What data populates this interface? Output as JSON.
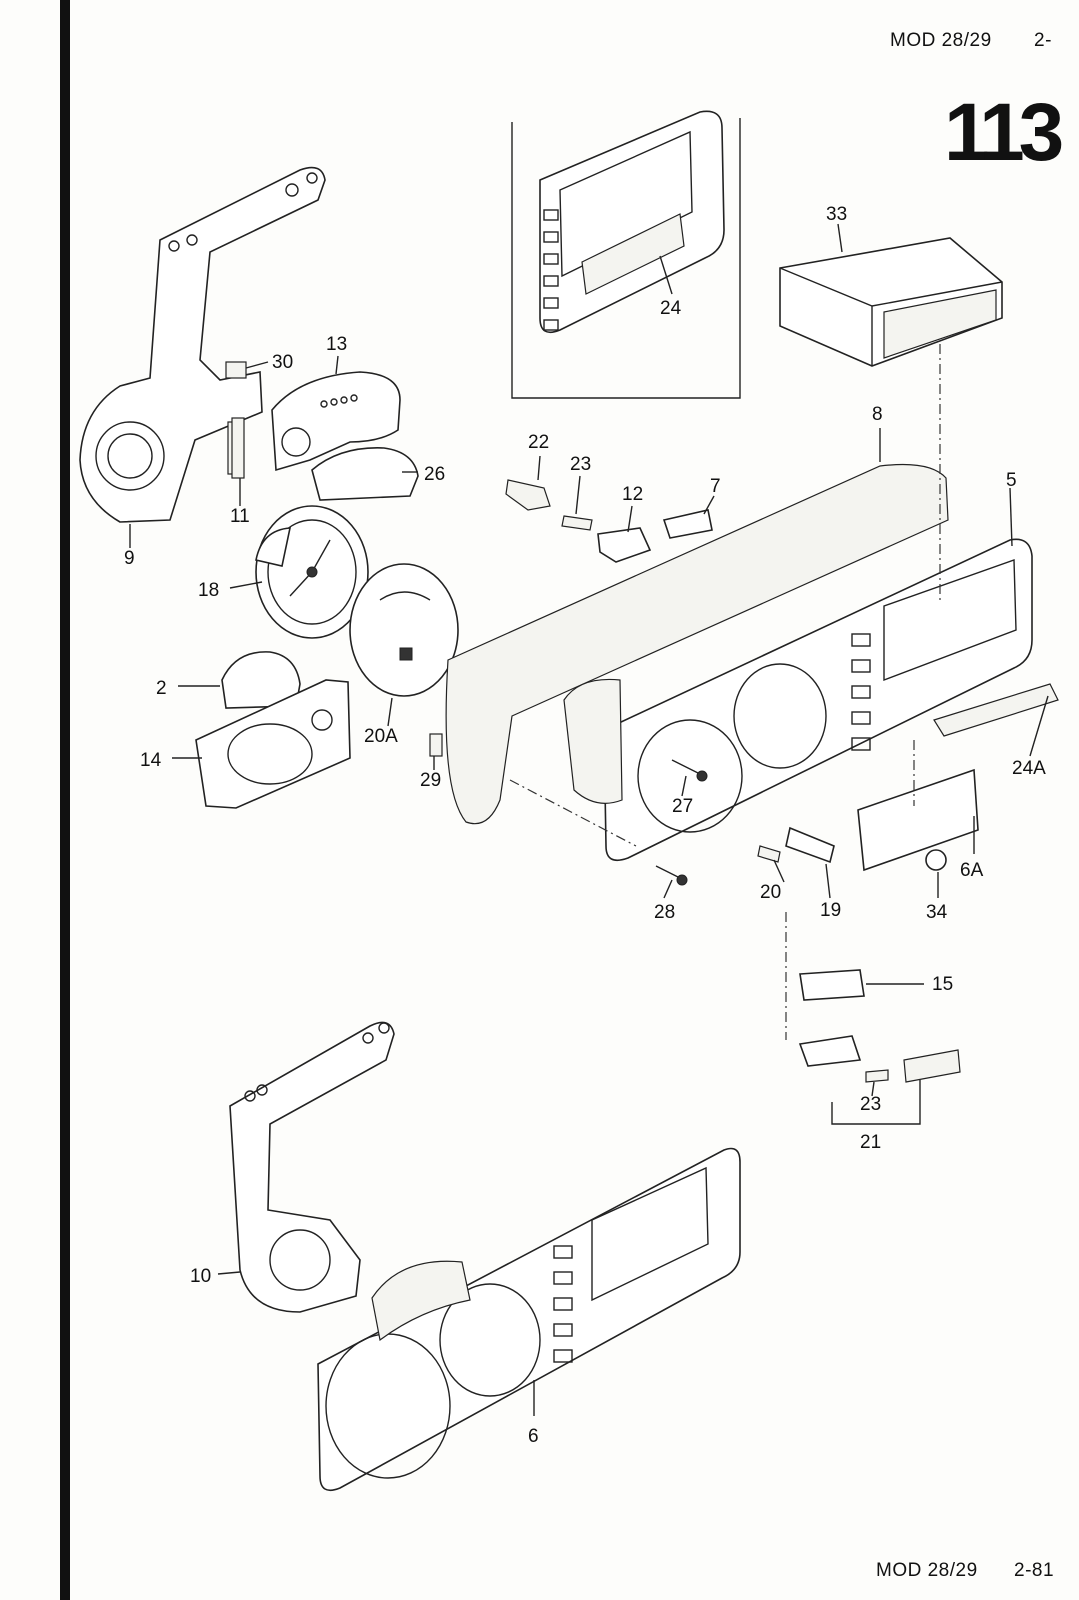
{
  "header": {
    "model_top": "MOD 28/29",
    "page_top": "2-",
    "page_number": "113",
    "model_bottom": "MOD 28/29",
    "page_bottom": "2-81"
  },
  "callouts": {
    "c2": "2",
    "c5": "5",
    "c6": "6",
    "c6A": "6A",
    "c7": "7",
    "c8": "8",
    "c9": "9",
    "c10": "10",
    "c11": "11",
    "c12": "12",
    "c13": "13",
    "c14": "14",
    "c15": "15",
    "c18": "18",
    "c19": "19",
    "c20": "20",
    "c20A": "20A",
    "c21": "21",
    "c22": "22",
    "c23a": "23",
    "c23b": "23",
    "c24": "24",
    "c24A": "24A",
    "c26": "26",
    "c27": "27",
    "c28": "28",
    "c29": "29",
    "c30": "30",
    "c33": "33",
    "c34": "34"
  }
}
